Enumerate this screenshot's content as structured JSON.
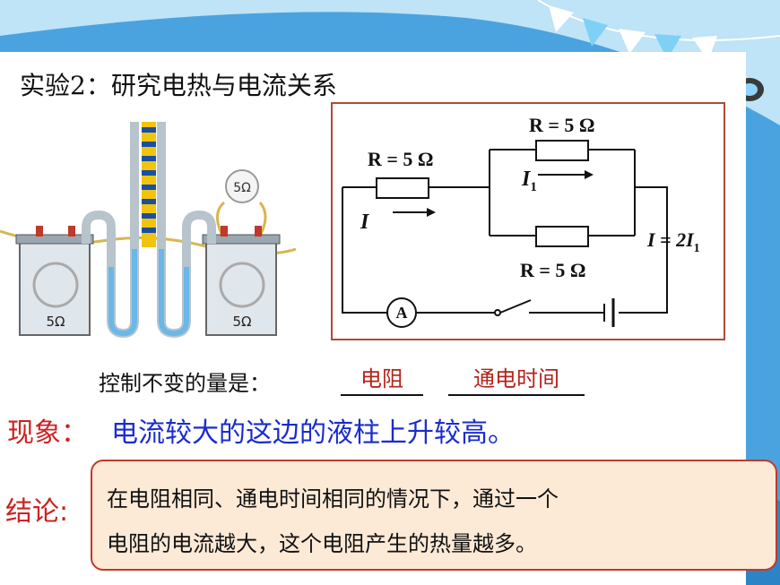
{
  "title": "实验2：研究电热与电流关系",
  "apparatus": {
    "left_label": "5Ω",
    "right_label": "5Ω",
    "top_label": "5Ω"
  },
  "circuit": {
    "r_series": "R = 5 Ω",
    "r_top": "R = 5 Ω",
    "r_bottom": "R = 5 Ω",
    "current_main": "I",
    "current_branch_sym": "I",
    "current_branch_sub": "1",
    "current_relation_main": "I = 2I",
    "current_relation_sub": "1",
    "ammeter": "A"
  },
  "control": {
    "label": "控制不变的量是：",
    "blank_1": "电阻",
    "blank_2": "通电时间"
  },
  "phenomenon": {
    "label": "现象：",
    "text": "电流较大的这边的液柱上升较高。"
  },
  "conclusion": {
    "label": "结论:",
    "line_1": "在电阻相同、通电时间相同的情况下，通过一个",
    "line_2": "电阻的电流越大，这个电阻产生的热量越多。"
  },
  "colors": {
    "accent_red": "#cc2222",
    "accent_blue": "#1a2ccc",
    "box_fill": "#fce9d6",
    "box_border": "#c0392b"
  }
}
